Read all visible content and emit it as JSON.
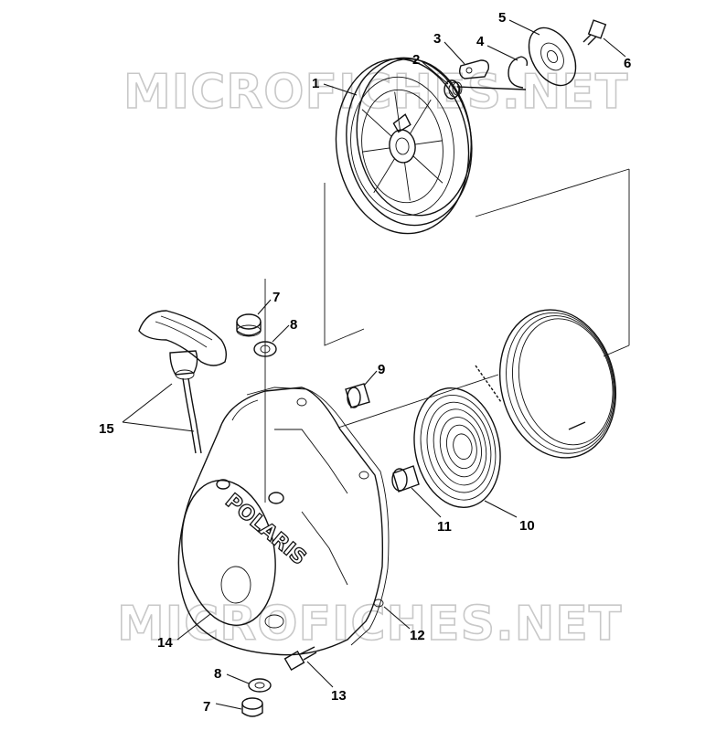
{
  "watermark": {
    "text_top": "MICROFICHES.NET",
    "text_bottom": "MICROFICHES.NET"
  },
  "housing_logo": "POLARIS",
  "callouts": {
    "c1": "1",
    "c2": "2",
    "c3": "3",
    "c4": "4",
    "c5": "5",
    "c6": "6",
    "c7a": "7",
    "c7b": "7",
    "c8a": "8",
    "c8b": "8",
    "c9": "9",
    "c10": "10",
    "c11": "11",
    "c12": "12",
    "c13": "13",
    "c14": "14",
    "c15": "15"
  }
}
